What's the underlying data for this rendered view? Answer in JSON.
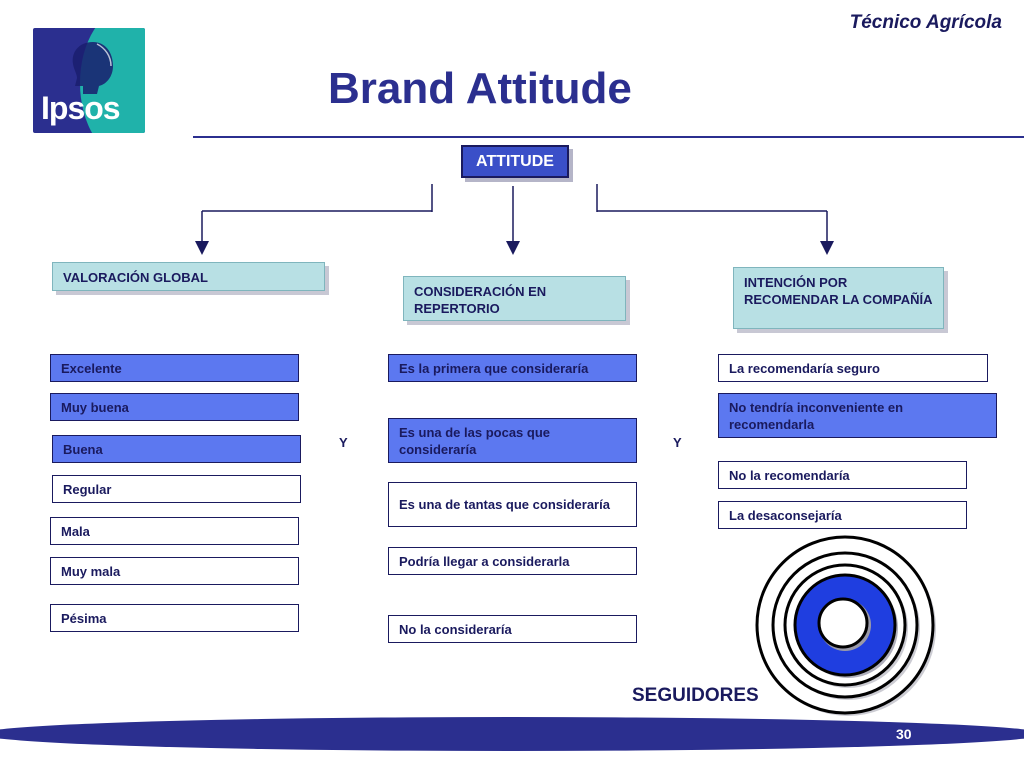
{
  "header": {
    "brand_label": "Técnico Agrícola",
    "title": "Brand Attitude",
    "logo_text": "Ipsos"
  },
  "root": {
    "label": "ATTITUDE"
  },
  "columns": [
    {
      "header": "VALORACIÓN GLOBAL",
      "options": [
        "Excelente",
        "Muy buena",
        "Buena",
        "Regular",
        "Mala",
        "Muy mala",
        "Pésima"
      ]
    },
    {
      "header": "CONSIDERACIÓN EN REPERTORIO",
      "options": [
        "Es la primera que consideraría",
        "Es una de las pocas que consideraría",
        "Es una de tantas que consideraría",
        "Podría llegar a considerarla",
        "No la consideraría"
      ]
    },
    {
      "header": "INTENCIÓN POR RECOMENDAR LA COMPAÑÍA",
      "options": [
        "La recomendaría seguro",
        "No tendría inconveniente en recomendarla",
        "No la recomendaría",
        "La desaconsejaría"
      ]
    }
  ],
  "connectors": [
    "Y",
    "Y"
  ],
  "target_label": "SEGUIDORES",
  "footer": {
    "page_number": "30"
  },
  "colors": {
    "navy": "#2b2f8f",
    "accent_blue": "#5c78f0",
    "teal_header": "#b8e0e4",
    "target_blue": "#1f3ee0"
  }
}
